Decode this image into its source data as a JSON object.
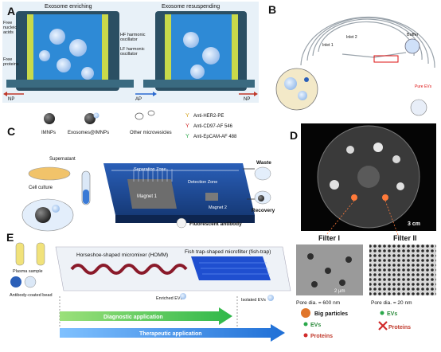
{
  "panels": {
    "A": {
      "letter": "A",
      "enriching": "Exosome enriching",
      "resuspending": "Exosome resuspending",
      "free_nucleic": [
        "Free",
        "nucleic",
        "acids"
      ],
      "free_proteins": [
        "Free",
        "proteins"
      ],
      "hf": [
        "HF harmonic",
        "oscillator"
      ],
      "lf": [
        "LF harmonic",
        "oscillator"
      ],
      "np_left": "NP",
      "ap": "AP",
      "np_right": "NP"
    },
    "B": {
      "letter": "B",
      "buffer": "Buffer",
      "inlet1": "Inlet 1",
      "inlet2": "Inlet 2",
      "pure_evs": "Pure EVs"
    },
    "C": {
      "letter": "C",
      "legend": {
        "imnps": "IMNPs",
        "exosomes": "Exosomes@IMNPs",
        "other": "Other microvesicles",
        "her2": "Anti-HER2-PE",
        "cd97": "Anti-CD97-AF 546",
        "epcam": "Anti-EpCAM-AF 488"
      },
      "supernatant": "Supernatant",
      "cell_culture": "Cell culture",
      "separation_zone": "Separation Zone",
      "detection_zone": "Detection Zone",
      "magnet1": "Magnet 1",
      "magnet2": "Magnet 2",
      "waste": "Waste",
      "recovery": "Recovery",
      "fluorescent_antibody": "Fluorescent antibody"
    },
    "D": {
      "letter": "D",
      "scale": "3 cm",
      "filter1": "Filter I",
      "filter2": "Filter II",
      "scale_sem": "2 μm",
      "pore1": "Pore dia. = 600 nm",
      "pore2": "Pore dia. = 20 nm",
      "big_particles": "Big particles",
      "evs_left": "EVs",
      "proteins_left": "Proteins",
      "evs_right": "EVs",
      "proteins_right": "Proteins"
    },
    "E": {
      "letter": "E",
      "homm": "Horseshoe-shaped micromixer (HOMM)",
      "fish": "Fish trap-shaped microfilter (fish-trap)",
      "plasma": "Plasma sample",
      "bead": "Antibody-coated bead",
      "enriched": "Enriched EVs",
      "isolated": "Isolated EVs",
      "diagnostic": "Diagnostic application",
      "therapeutic": "Therapeutic application"
    }
  }
}
